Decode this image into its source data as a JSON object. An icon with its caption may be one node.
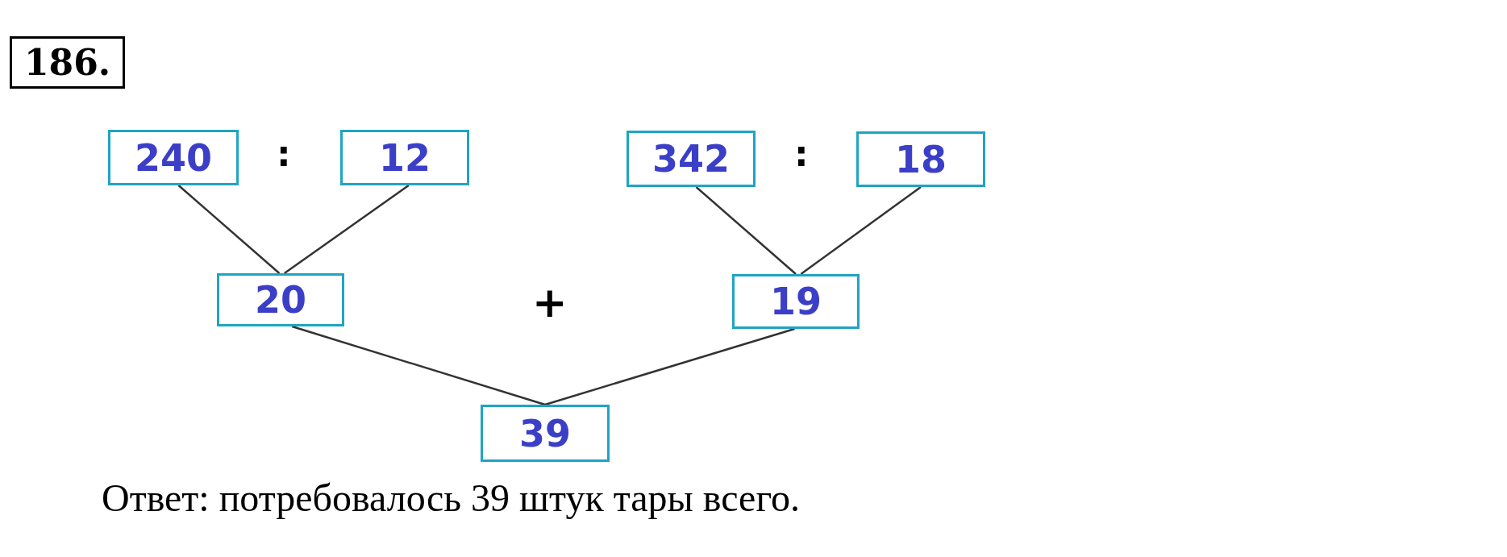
{
  "diagram": {
    "title": "186.",
    "nodes": [
      {
        "text": [
          "240"
        ]
      },
      {
        "text": [
          "12"
        ]
      },
      {
        "text": [
          "342"
        ]
      },
      {
        "text": [
          "18"
        ]
      },
      {
        "text": [
          "20"
        ]
      },
      {
        "text": [
          "19"
        ]
      },
      {
        "text": [
          "39"
        ]
      }
    ],
    "edges": [
      {
        "from": 0,
        "to": 4,
        "arrow": "none"
      },
      {
        "from": 1,
        "to": 4,
        "arrow": "none"
      },
      {
        "from": 2,
        "to": 5,
        "arrow": "none"
      },
      {
        "from": 3,
        "to": 5,
        "arrow": "none"
      },
      {
        "from": 4,
        "to": 6,
        "arrow": "none"
      },
      {
        "from": 5,
        "to": 6,
        "arrow": "none"
      }
    ],
    "labels": [
      ":",
      ":",
      "+",
      "Ответ: потребовалось 39 штук тары всего."
    ]
  }
}
